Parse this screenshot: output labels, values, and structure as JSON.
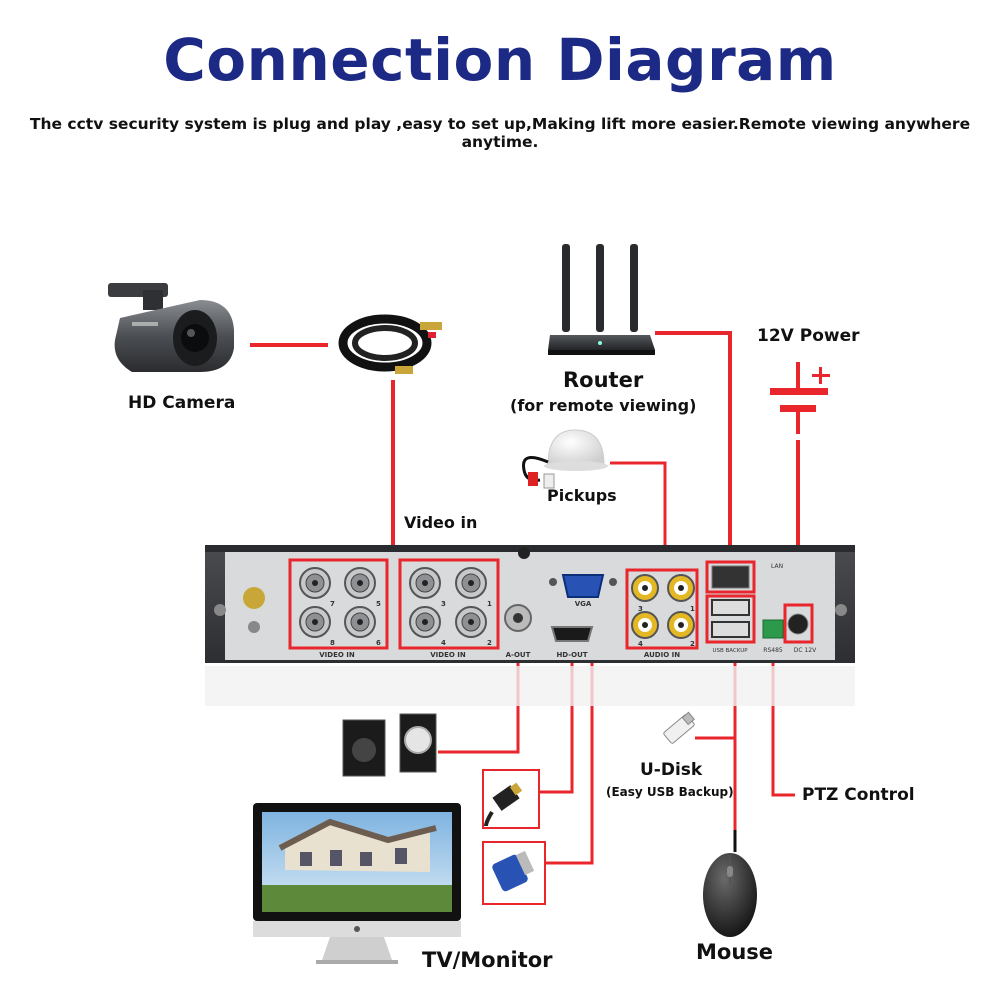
{
  "title": "Connection Diagram",
  "subtitle": "The cctv security system is plug and play ,easy to set up,Making lift more easier.Remote viewing anywhere anytime.",
  "labels": {
    "hd_camera": "HD Camera",
    "router": "Router",
    "router_sub": "(for remote viewing)",
    "power": "12V Power",
    "pickups": "Pickups",
    "video_in": "Video in",
    "udisk": "U-Disk",
    "udisk_sub": "(Easy USB Backup)",
    "ptz": "PTZ Control",
    "mouse": "Mouse",
    "monitor": "TV/Monitor"
  },
  "panel": {
    "bnc_numbers_left": [
      "7",
      "5",
      "8",
      "6"
    ],
    "bnc_numbers_right": [
      "3",
      "1",
      "4",
      "2"
    ],
    "video_in_label": "VIDEO IN",
    "aout_label": "A-OUT",
    "hdout_label": "HD-OUT",
    "vga_label": "VGA",
    "audio_in_label": "AUDIO IN",
    "audio_numbers": [
      "3",
      "1",
      "4",
      "2"
    ],
    "lan_label": "LAN",
    "usb_label": "USB BACKUP",
    "rs485_label": "RS485",
    "dc_label": "DC 12V"
  },
  "colors": {
    "title": "#1c2a86",
    "line": "#e8262c",
    "panel": "#3a3c3f"
  }
}
